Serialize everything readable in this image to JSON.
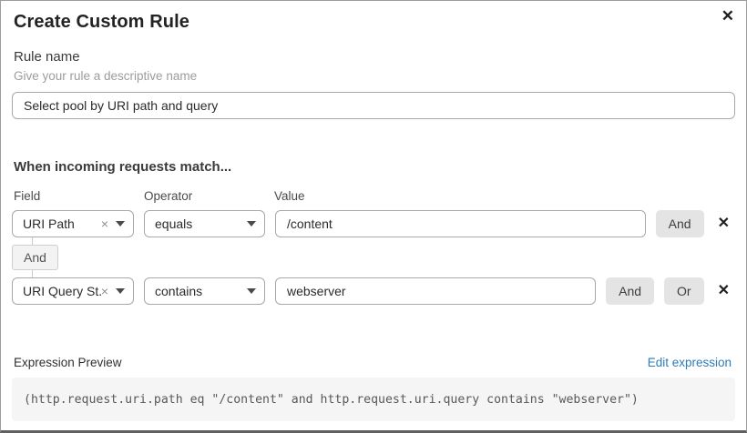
{
  "dialog": {
    "title": "Create Custom Rule"
  },
  "icons": {
    "close": "✕",
    "delete": "✕",
    "clear": "×"
  },
  "rule_name": {
    "label": "Rule name",
    "hint": "Give your rule a descriptive name",
    "value": "Select pool by URI path and query"
  },
  "match": {
    "heading": "When incoming requests match...",
    "columns": {
      "field": "Field",
      "operator": "Operator",
      "value": "Value"
    },
    "connector": "And",
    "rows": [
      {
        "field": "URI Path",
        "operator": "equals",
        "value": "/content",
        "and_label": "And"
      },
      {
        "field": "URI Query St...",
        "operator": "contains",
        "value": "webserver",
        "and_label": "And",
        "or_label": "Or"
      }
    ]
  },
  "expression": {
    "label": "Expression Preview",
    "edit_link": "Edit expression",
    "code": "(http.request.uri.path eq \"/content\" and http.request.uri.query contains \"webserver\")"
  },
  "colors": {
    "link_blue": "#2e7cb8",
    "button_bg": "#e4e4e4",
    "code_bg": "#f5f5f5"
  }
}
